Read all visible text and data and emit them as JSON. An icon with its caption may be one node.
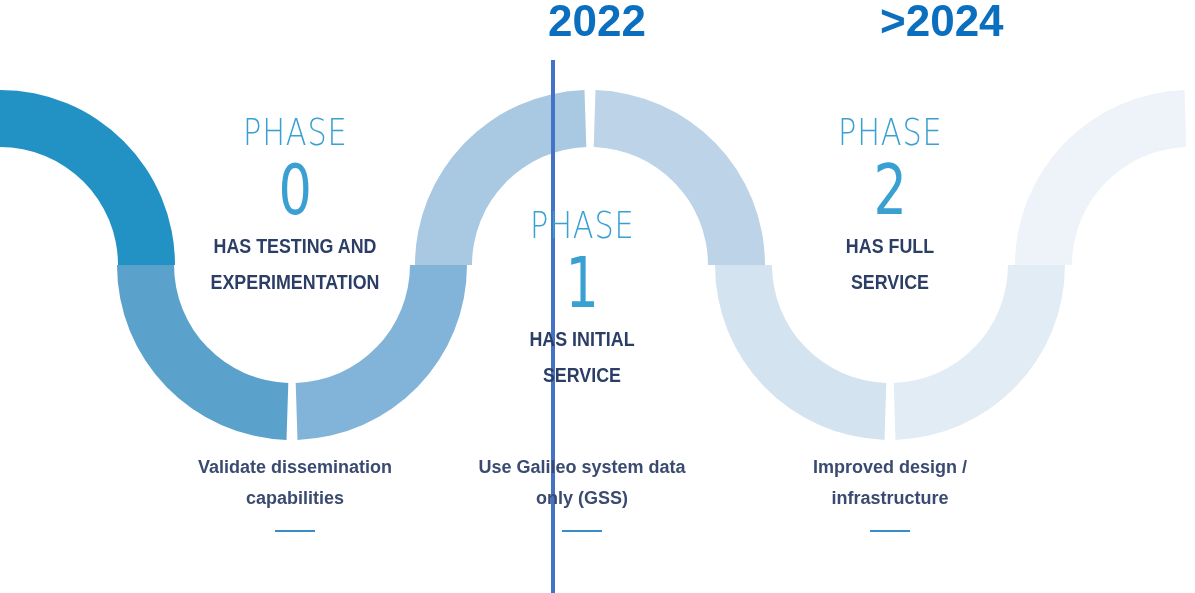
{
  "diagram": {
    "nodes": [
      {
        "text": [
          "PHASE",
          "0",
          "HAS TESTING AND EXPERIMENTATION"
        ],
        "beside": [
          "Validate dissemination capabilities"
        ]
      },
      {
        "text": [
          "PHASE",
          "1",
          "HAS INITIAL SERVICE"
        ],
        "beside": [
          "Use Galileo system data only (GSS)"
        ]
      },
      {
        "text": [
          "PHASE",
          "2",
          "HAS FULL SERVICE"
        ],
        "beside": [
          "Improved design / infrastructure"
        ]
      }
    ],
    "labels": [
      "2022",
      ">2024"
    ]
  }
}
